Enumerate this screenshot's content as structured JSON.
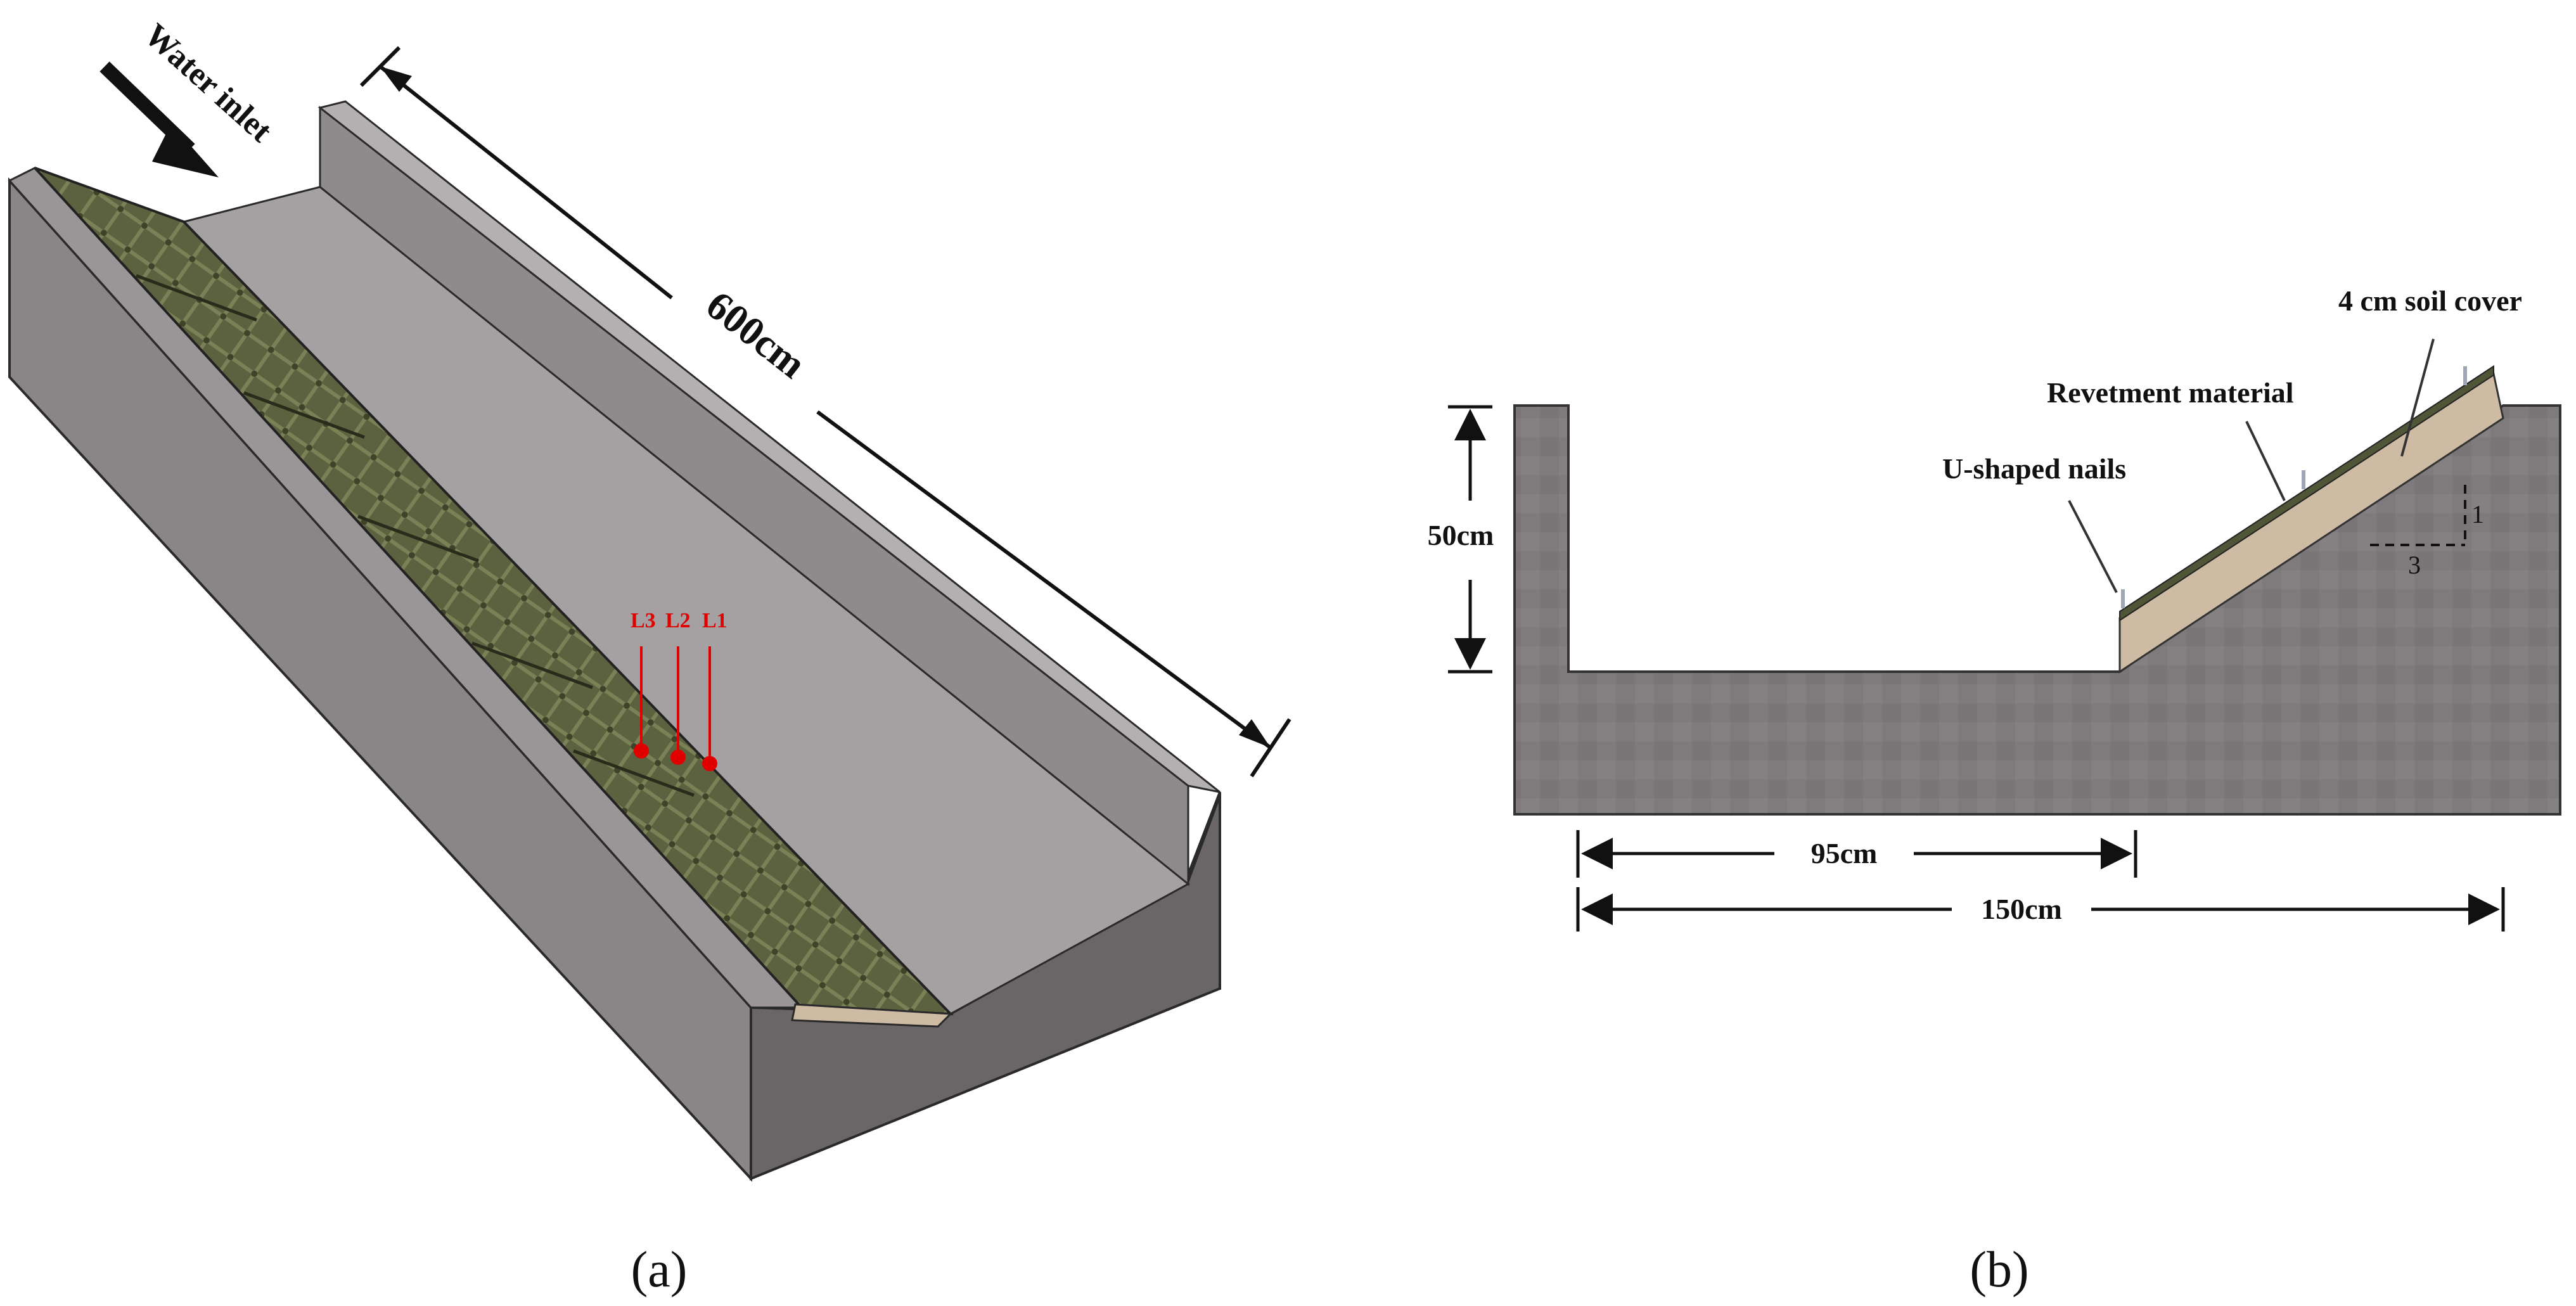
{
  "panel_a": {
    "inlet_label": "Water inlet",
    "length_label": "600cm",
    "measure_lines": [
      "L3",
      "L2",
      "L1"
    ],
    "caption": "(a)"
  },
  "panel_b": {
    "height_label": "50cm",
    "bottom_width_label": "95cm",
    "total_width_label": "150cm",
    "soil_cover_label": "4 cm soil cover",
    "revetment_label": "Revetment material",
    "nails_label": "U-shaped nails",
    "slope_rise": "1",
    "slope_run": "3",
    "caption": "(b)"
  },
  "colors": {
    "concrete": "#7e797b",
    "concrete_light": "#a8a4a6",
    "revetment": "#5a5f3e",
    "soil": "#cdbba3",
    "marker": "#e00000"
  }
}
